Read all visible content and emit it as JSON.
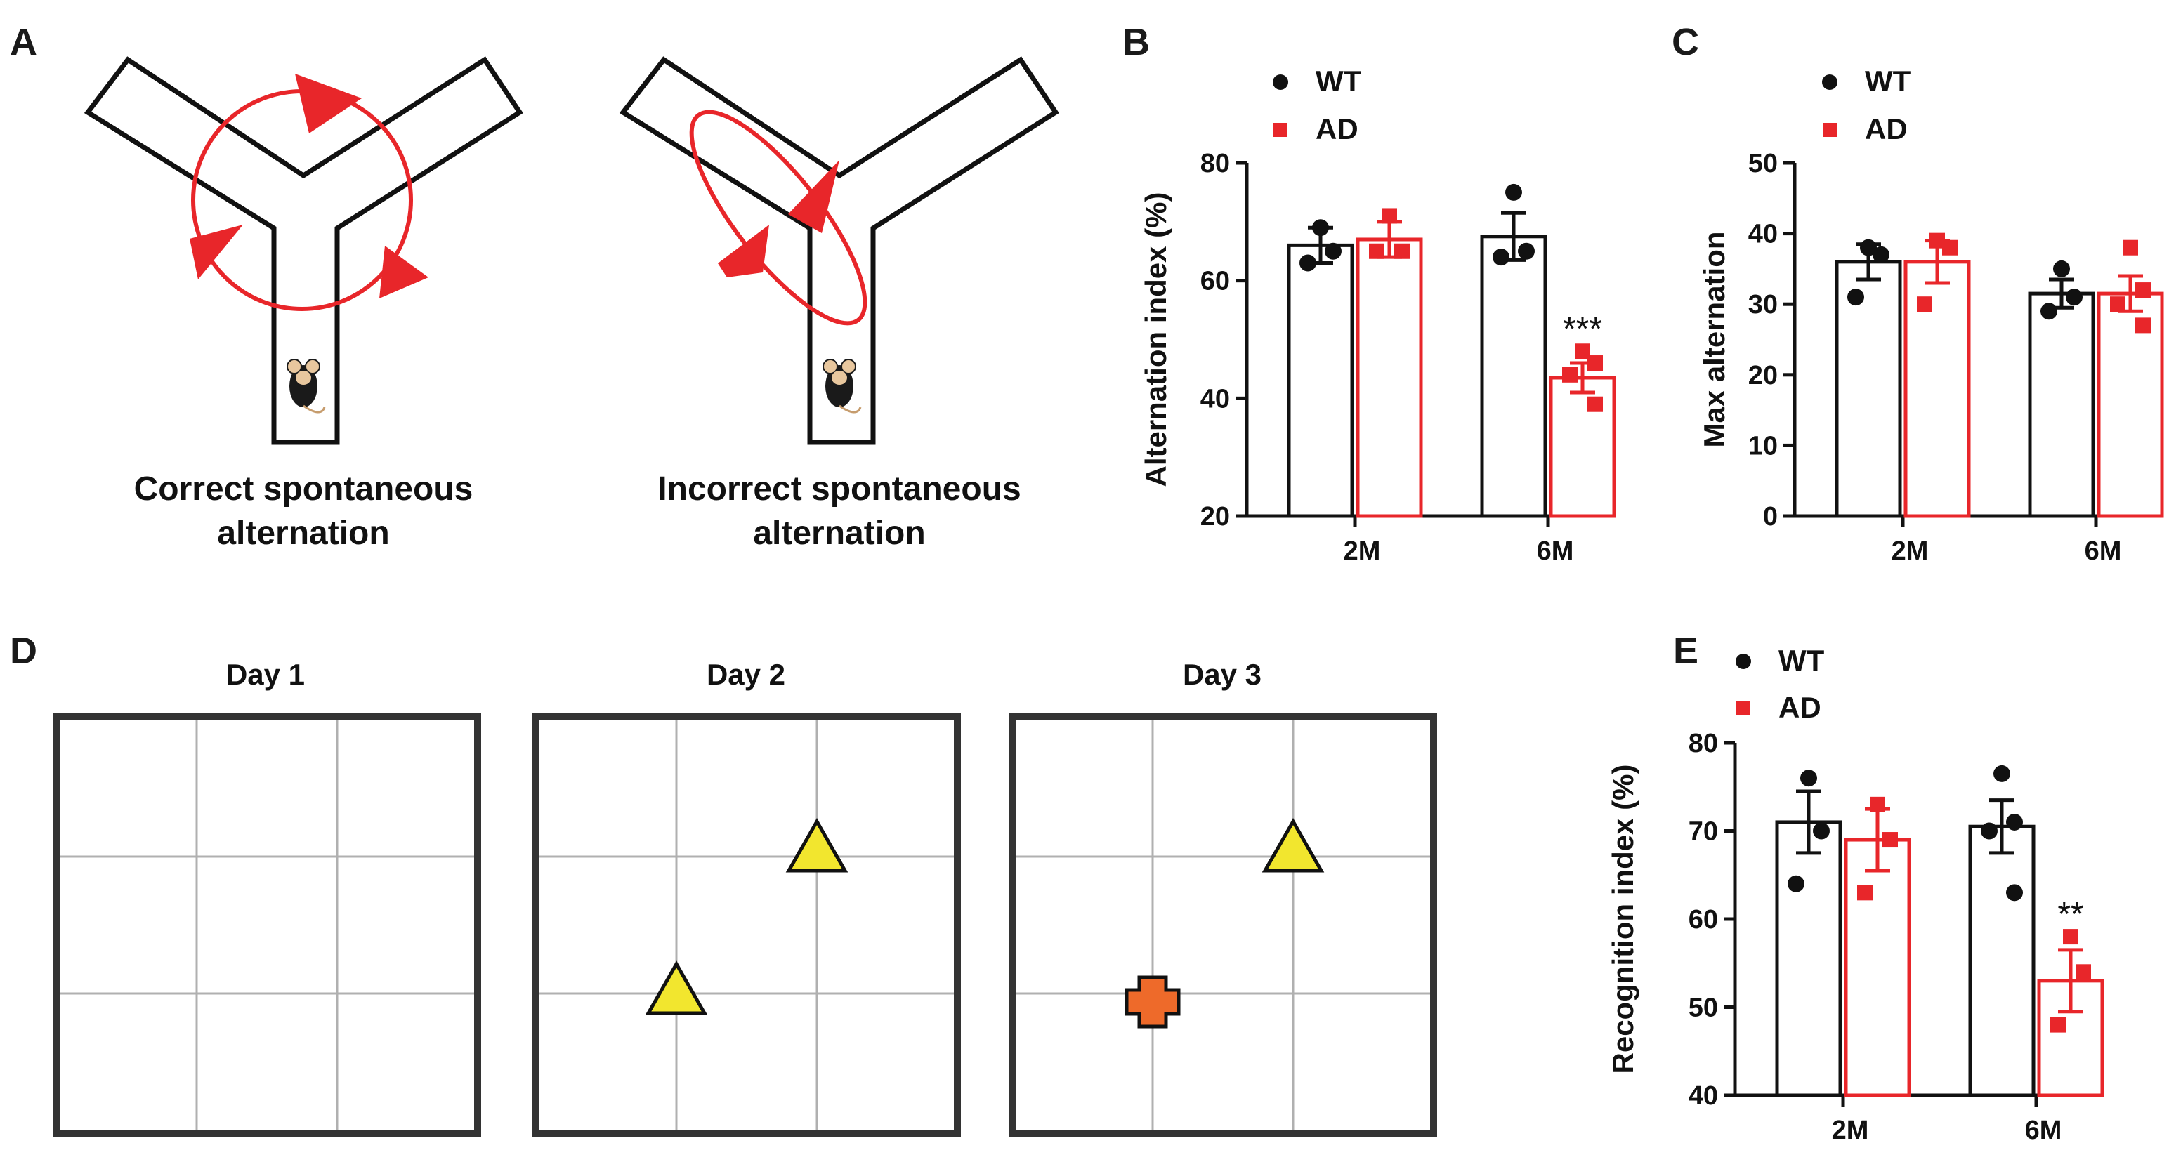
{
  "panels": {
    "A": {
      "letter": "A",
      "left_caption": [
        "Correct spontaneous",
        "alternation"
      ],
      "right_caption": [
        "Incorrect spontaneous",
        "alternation"
      ],
      "colors": {
        "maze": "#111111",
        "arrow": "#e8262a"
      }
    },
    "D": {
      "letter": "D",
      "days": [
        "Day 1",
        "Day 2",
        "Day 3"
      ],
      "colors": {
        "familiar_object": "#f2e62e",
        "novel_object": "#ee6a2a",
        "grid": "#b0b0b0"
      }
    }
  },
  "chart_data": [
    {
      "panel": "B",
      "type": "bar",
      "categories": [
        "2M",
        "6M"
      ],
      "ylabel": "Alternation index (%)",
      "ylim": [
        20,
        80
      ],
      "yticks": [
        20,
        40,
        60,
        80
      ],
      "legend": [
        "WT",
        "AD"
      ],
      "legend_position": "top-left",
      "series": [
        {
          "name": "WT",
          "color": "#111111",
          "marker": "circle",
          "values": [
            66,
            67.5
          ],
          "sem": [
            3,
            4
          ],
          "points": [
            [
              69,
              65,
              63
            ],
            [
              75,
              65,
              64
            ]
          ]
        },
        {
          "name": "AD",
          "color": "#e8262a",
          "marker": "square",
          "values": [
            67,
            43.5
          ],
          "sem": [
            3,
            2.5
          ],
          "points": [
            [
              71,
              65,
              65
            ],
            [
              48,
              46,
              44,
              39
            ]
          ]
        }
      ],
      "annotations": [
        {
          "category": "6M",
          "series": "AD",
          "text": "***"
        }
      ]
    },
    {
      "panel": "C",
      "type": "bar",
      "categories": [
        "2M",
        "6M"
      ],
      "ylabel": "Max alternation",
      "ylim": [
        0,
        50
      ],
      "yticks": [
        0,
        10,
        20,
        30,
        40,
        50
      ],
      "legend": [
        "WT",
        "AD"
      ],
      "legend_position": "top-left",
      "series": [
        {
          "name": "WT",
          "color": "#111111",
          "marker": "circle",
          "values": [
            36,
            31.5
          ],
          "sem": [
            2.5,
            2
          ],
          "points": [
            [
              38,
              37,
              31
            ],
            [
              35,
              31,
              29
            ]
          ]
        },
        {
          "name": "AD",
          "color": "#e8262a",
          "marker": "square",
          "values": [
            36,
            31.5
          ],
          "sem": [
            3,
            2.5
          ],
          "points": [
            [
              39,
              38,
              30
            ],
            [
              38,
              32,
              30,
              27
            ]
          ]
        }
      ]
    },
    {
      "panel": "E",
      "type": "bar",
      "categories": [
        "2M",
        "6M"
      ],
      "ylabel": "Recognition index (%)",
      "ylim": [
        40,
        80
      ],
      "yticks": [
        40,
        50,
        60,
        70,
        80
      ],
      "legend": [
        "WT",
        "AD"
      ],
      "legend_position": "top-left",
      "series": [
        {
          "name": "WT",
          "color": "#111111",
          "marker": "circle",
          "values": [
            71,
            70.5
          ],
          "sem": [
            3.5,
            3
          ],
          "points": [
            [
              76,
              70,
              64
            ],
            [
              76.5,
              71,
              70,
              63
            ]
          ]
        },
        {
          "name": "AD",
          "color": "#e8262a",
          "marker": "square",
          "values": [
            69,
            53
          ],
          "sem": [
            3.5,
            3.5
          ],
          "points": [
            [
              73,
              69,
              63
            ],
            [
              58,
              54,
              48
            ]
          ]
        }
      ],
      "annotations": [
        {
          "category": "6M",
          "series": "AD",
          "text": "**"
        }
      ]
    }
  ]
}
